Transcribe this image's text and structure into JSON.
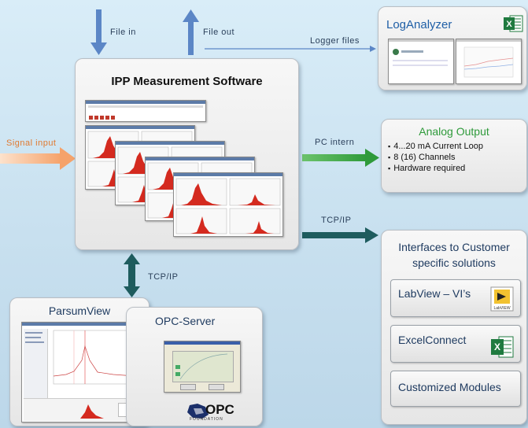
{
  "flows": {
    "file_in": "File in",
    "file_out": "File out",
    "logger_files": "Logger files",
    "signal_input": "Signal input",
    "pc_intern": "PC intern",
    "tcp_ip_right": "TCP/IP",
    "tcp_ip_down": "TCP/IP"
  },
  "main": {
    "title": "IPP Measurement Software"
  },
  "loganalyzer": {
    "title": "LogAnalyzer"
  },
  "analog": {
    "title": "Analog Output",
    "items": [
      "4...20 mA Current Loop",
      "8 (16) Channels",
      "Hardware required"
    ]
  },
  "interfaces": {
    "title_line1": "Interfaces to Customer",
    "title_line2": "specific solutions",
    "items": [
      "LabView – VI’s",
      "ExcelConnect",
      "Customized Modules"
    ],
    "labview_logo_text": "LabVIEW"
  },
  "parsumview": {
    "title": "ParsumView"
  },
  "opc": {
    "title": "OPC-Server",
    "logo_text": "OPC",
    "logo_subtext": "FOUNDATION"
  },
  "colors": {
    "blue_arrow": "#5b86c6",
    "orange_arrow": "#f5a26a",
    "green_arrow": "#37a33b",
    "teal_arrow": "#1e5c5e",
    "analog_title": "#2e9a3a",
    "excel_green": "#1f7a3f",
    "chart_red": "#d42a1f"
  },
  "icons": [
    "excel-icon",
    "labview-icon",
    "opc-foundation-logo"
  ]
}
